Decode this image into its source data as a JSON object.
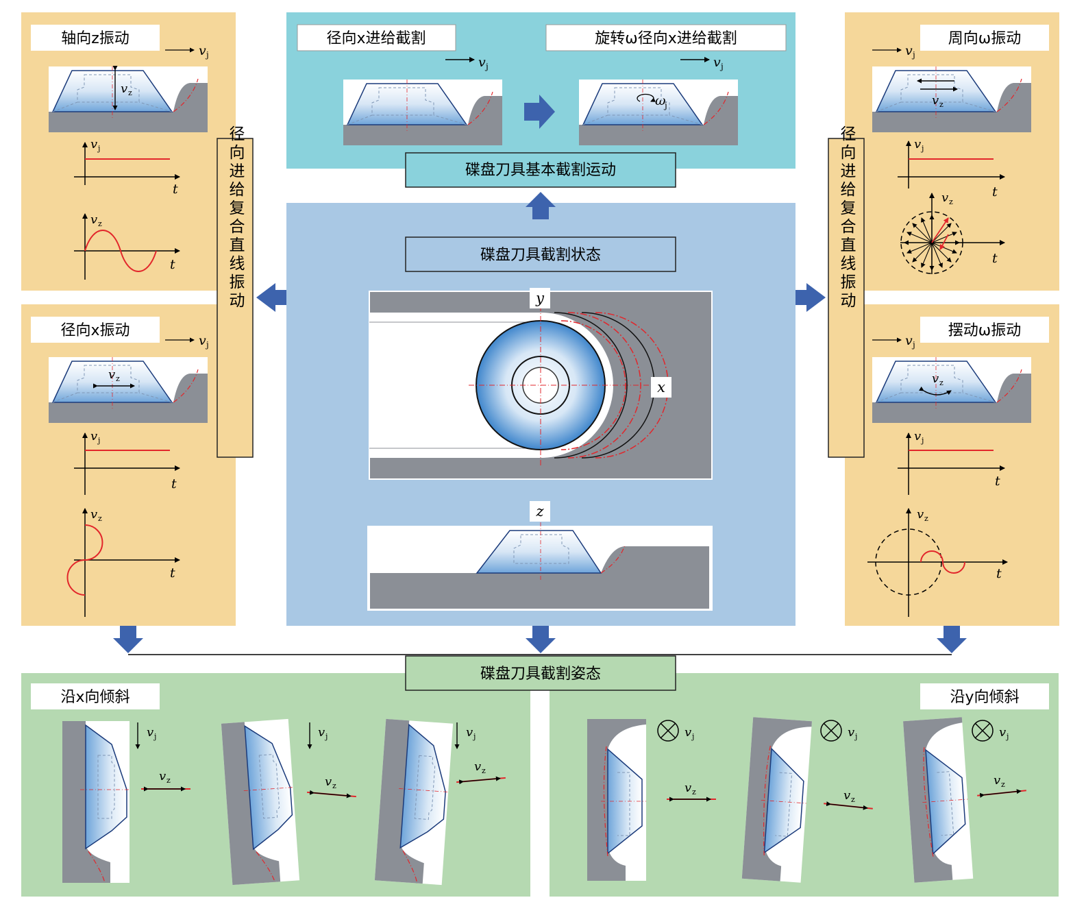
{
  "colors": {
    "panel_orange": "#f5d79a",
    "panel_teal": "#8ad2dc",
    "panel_blue": "#a9c8e4",
    "panel_green": "#b5d9b1",
    "tool_gray": "#8b8f96",
    "arrow_blue": "#3d63ad",
    "curve_red": "#e2262b"
  },
  "center": {
    "state_title": "碟盘刀具截割状态",
    "axis_y": "y",
    "axis_x": "x",
    "axis_z": "z"
  },
  "top": {
    "title": "碟盘刀具基本截割运动",
    "left_label": "径向x进给截割",
    "right_label": "旋转ω径向x进给截割",
    "omega_label": "ω",
    "omega_sub": "j"
  },
  "left": {
    "side_label": "径向进给复合直线振动",
    "top_panel": {
      "title": "轴向z振动"
    },
    "bottom_panel": {
      "title": "径向x振动"
    }
  },
  "right": {
    "side_label": "径向进给复合直线振动",
    "top_panel": {
      "title": "周向ω振动"
    },
    "bottom_panel": {
      "title": "摆动ω振动"
    }
  },
  "bottom": {
    "title": "碟盘刀具截割姿态",
    "left_label": "沿x向倾斜",
    "right_label": "沿y向倾斜"
  },
  "symbols": {
    "v": "v",
    "sub_j": "j",
    "sub_z": "z",
    "t": "t"
  }
}
